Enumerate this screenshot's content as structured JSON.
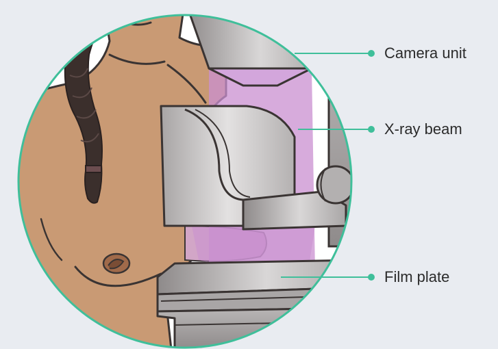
{
  "labels": {
    "camera_unit": "Camera unit",
    "xray_beam": "X-ray beam",
    "film_plate": "Film plate"
  },
  "colors": {
    "background": "#e9ecf1",
    "circle_border": "#3fbf9a",
    "leader_line": "#3fbf9a",
    "skin": "#c99a74",
    "hair": "#3b2f2c",
    "machine_gray": "#b8b6b6",
    "beam": "#c98fd0",
    "outline": "#3a3433",
    "label_text": "#2b2b2b"
  }
}
